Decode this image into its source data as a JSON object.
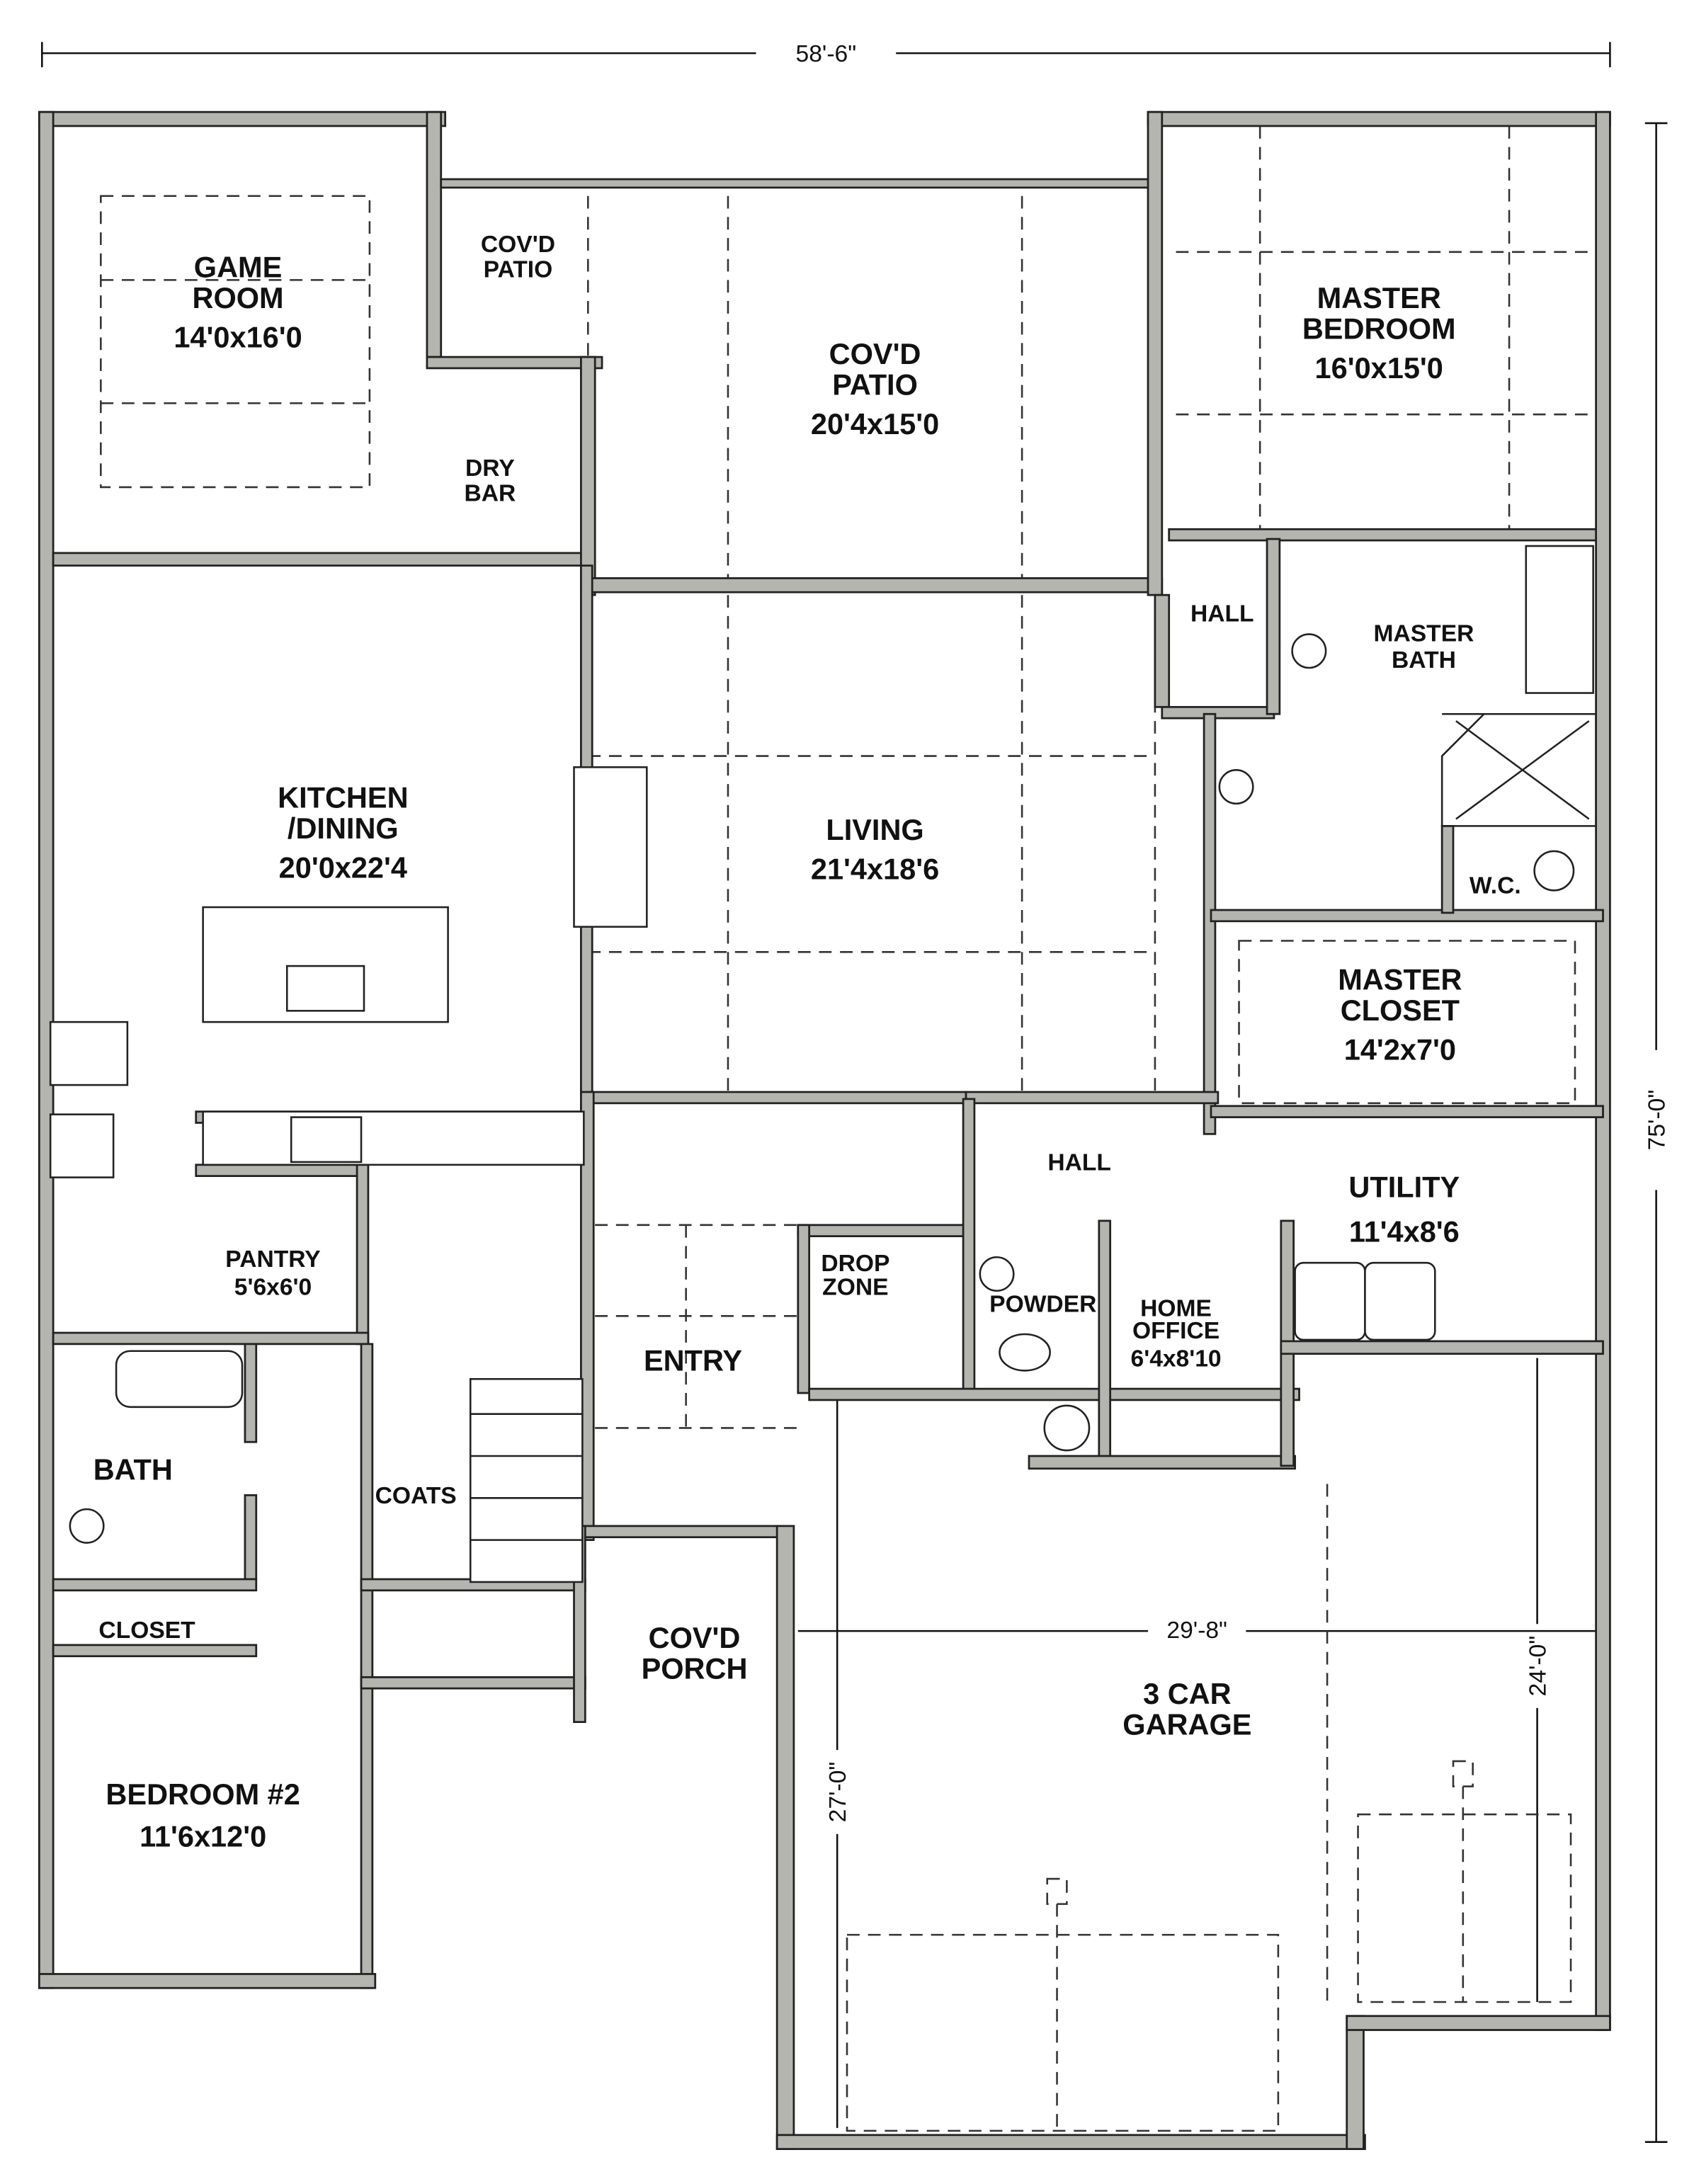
{
  "dimensions": {
    "overall_width": "58'-6\"",
    "overall_depth": "75'-0\"",
    "garage_width": "29'-8\"",
    "garage_depth_right": "24'-0\"",
    "garage_depth_left": "27'-0\""
  },
  "rooms": {
    "game_room": {
      "name1": "GAME",
      "name2": "ROOM",
      "size": "14'0x16'0"
    },
    "covd_patio_small": {
      "name1": "COV'D",
      "name2": "PATIO"
    },
    "covd_patio": {
      "name1": "COV'D",
      "name2": "PATIO",
      "size": "20'4x15'0"
    },
    "master_bedroom": {
      "name1": "MASTER",
      "name2": "BEDROOM",
      "size": "16'0x15'0"
    },
    "dry_bar": {
      "name1": "DRY",
      "name2": "BAR"
    },
    "hall_master": {
      "name": "HALL"
    },
    "master_bath": {
      "name1": "MASTER",
      "name2": "BATH"
    },
    "kitchen_dining": {
      "name1": "KITCHEN",
      "name2": "/DINING",
      "size": "20'0x22'4"
    },
    "living": {
      "name": "LIVING",
      "size": "21'4x18'6"
    },
    "wc": {
      "name": "W.C."
    },
    "master_closet": {
      "name1": "MASTER",
      "name2": "CLOSET",
      "size": "14'2x7'0"
    },
    "hall": {
      "name": "HALL"
    },
    "utility": {
      "name": "UTILITY",
      "size": "11'4x8'6"
    },
    "pantry": {
      "name": "PANTRY",
      "size": "5'6x6'0"
    },
    "drop_zone": {
      "name1": "DROP",
      "name2": "ZONE"
    },
    "powder": {
      "name": "POWDER"
    },
    "home_office": {
      "name1": "HOME",
      "name2": "OFFICE",
      "size": "6'4x8'10"
    },
    "entry": {
      "name": "ENTRY"
    },
    "bath": {
      "name": "BATH"
    },
    "coats": {
      "name": "COATS"
    },
    "closet": {
      "name": "CLOSET"
    },
    "covd_porch": {
      "name1": "COV'D",
      "name2": "PORCH"
    },
    "garage": {
      "name1": "3 CAR",
      "name2": "GARAGE"
    },
    "bedroom2": {
      "name": "BEDROOM #2",
      "size": "11'6x12'0"
    }
  }
}
